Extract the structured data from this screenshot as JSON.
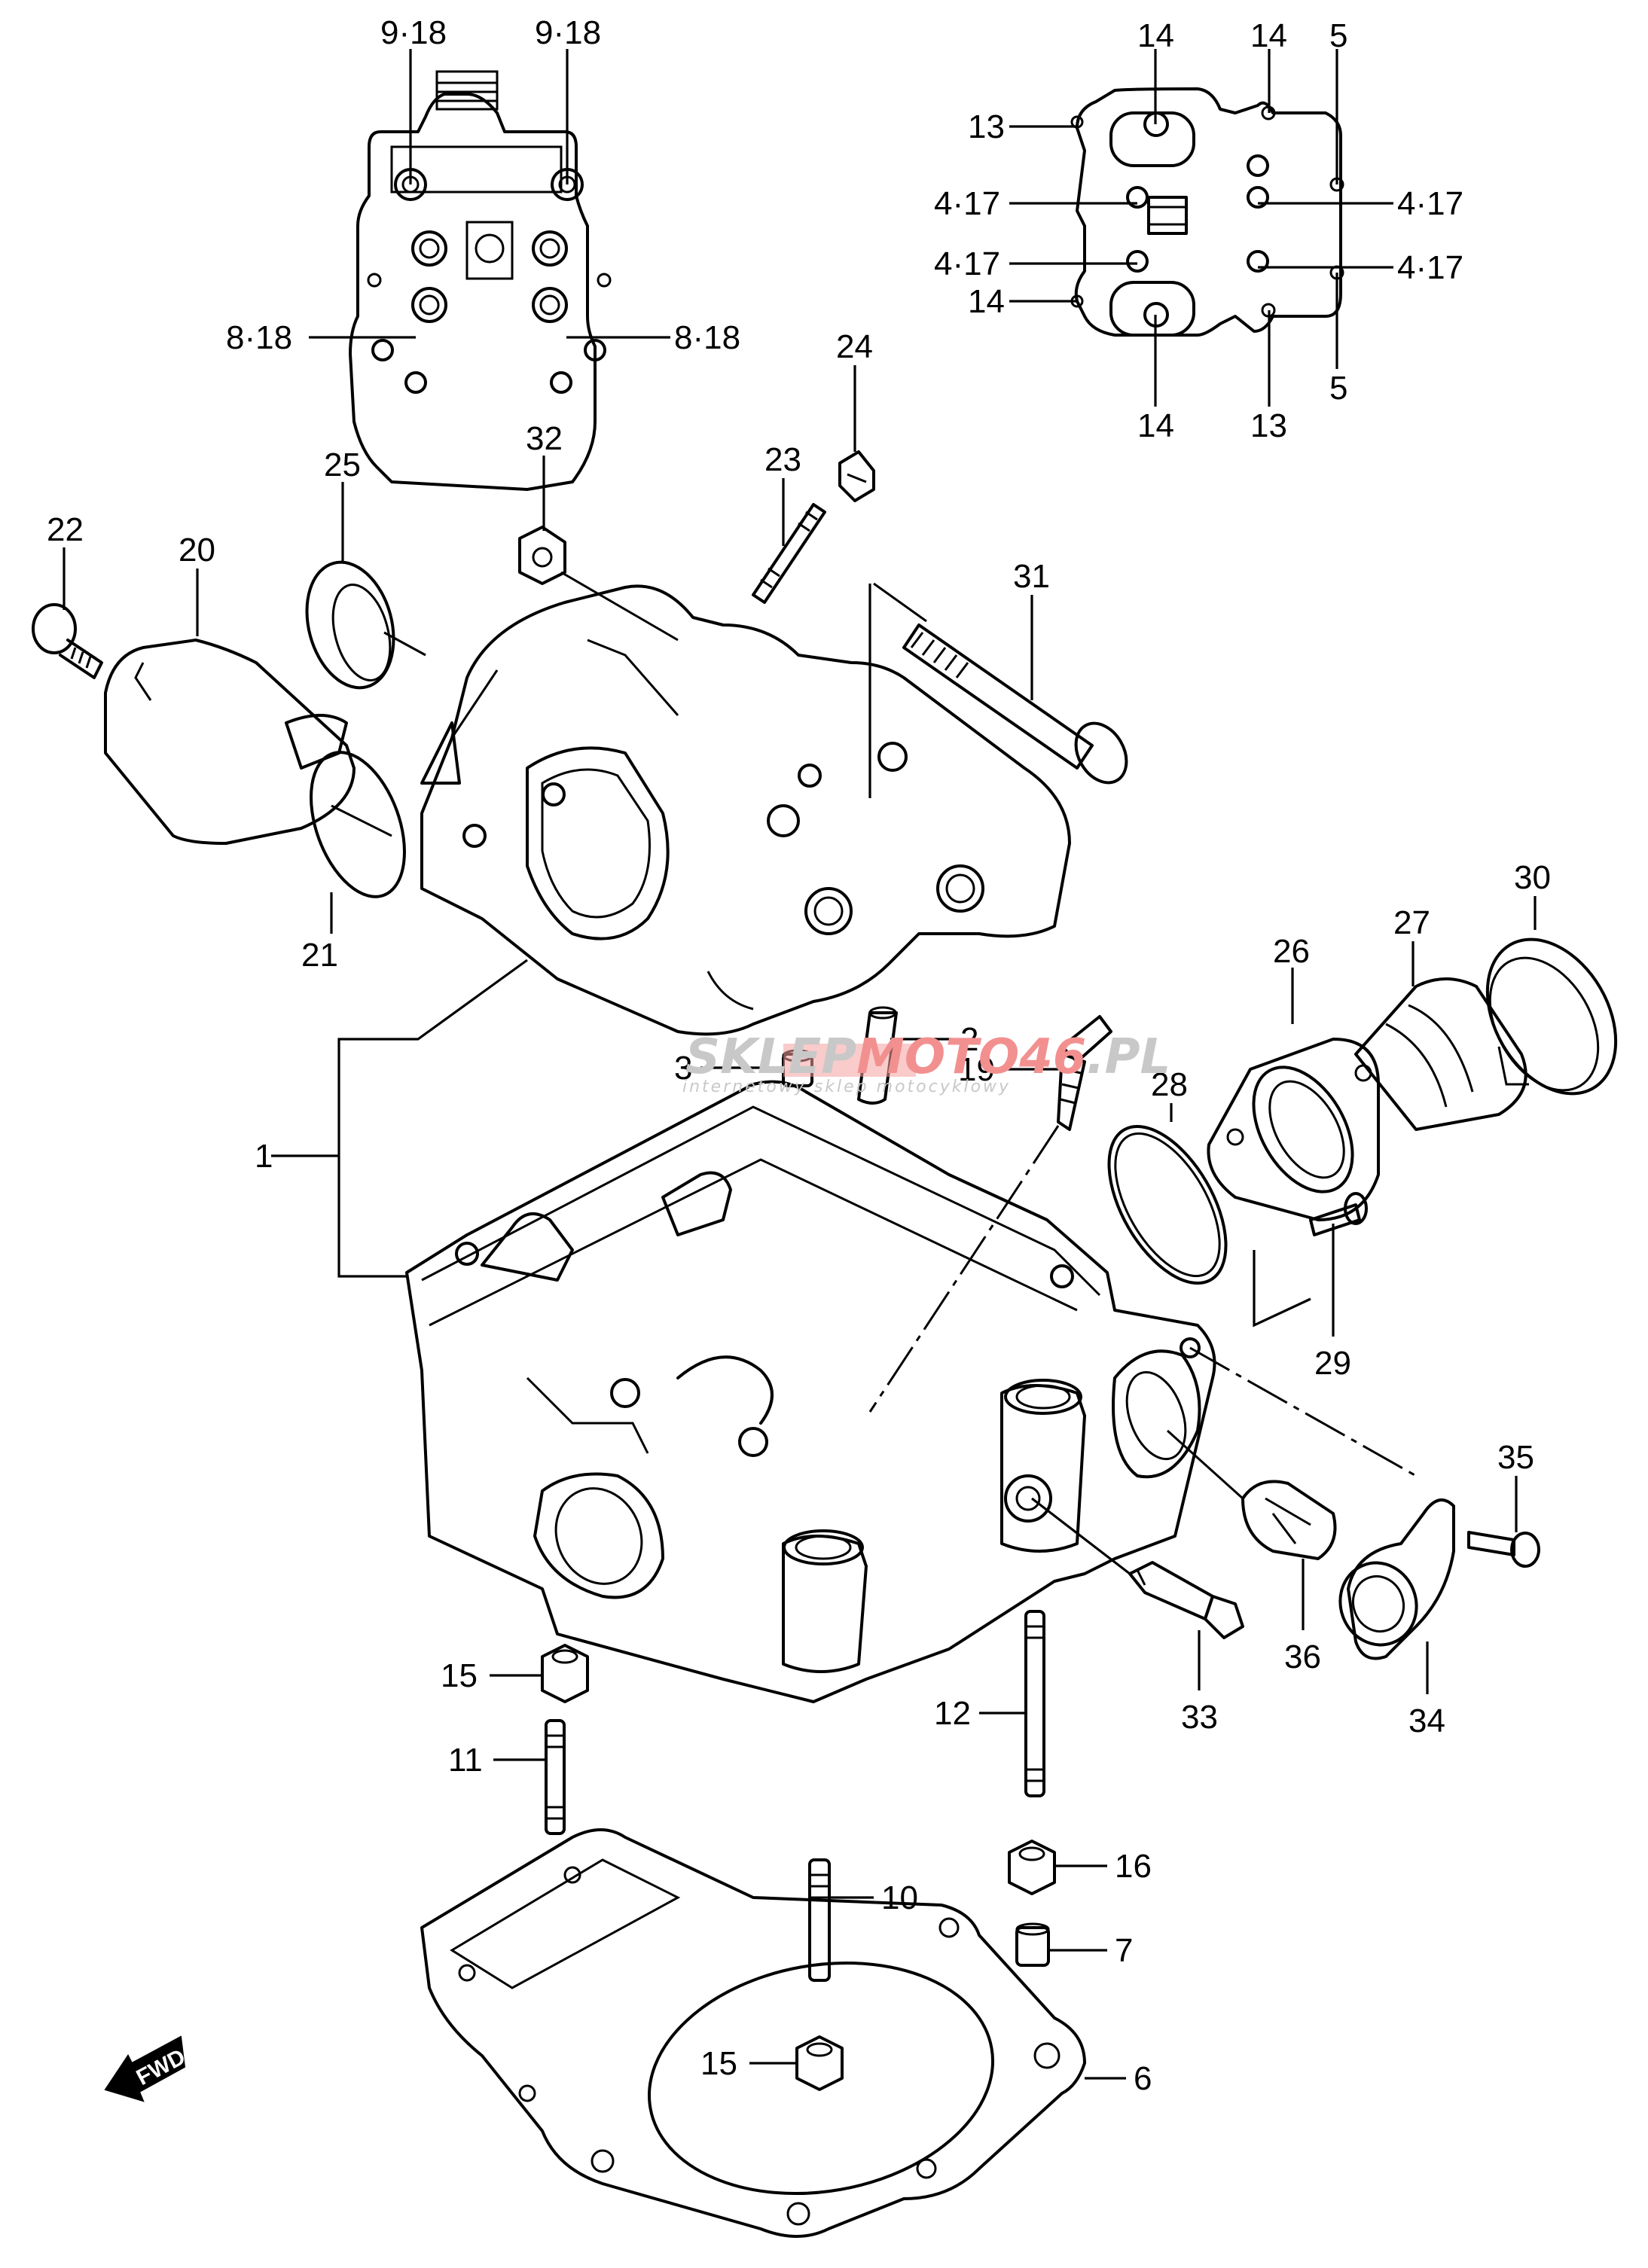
{
  "diagram": {
    "title": "Cylinder head exploded parts diagram",
    "direction_indicator": "FWD",
    "watermark": {
      "main_prefix": "SKLEP",
      "main_highlight": "MOTO46",
      "main_suffix": ".PL",
      "subtitle": "internetowy sklep motocyklowy",
      "gray_color": "#c8c8c8",
      "highlight_color": "#f4a0a0"
    },
    "inset_left": {
      "description": "Cylinder head top view - bolt tightening positions",
      "callouts": [
        "9·18",
        "9·18",
        "8·18",
        "8·18"
      ]
    },
    "inset_right": {
      "description": "Cylinder head cover gasket bolt positions",
      "callouts": [
        "14",
        "14",
        "13",
        "4·17",
        "4·17",
        "4·17",
        "4·17",
        "5",
        "5",
        "14",
        "14",
        "13"
      ]
    },
    "callouts": [
      {
        "id": "1",
        "label": "1"
      },
      {
        "id": "2",
        "label": "2"
      },
      {
        "id": "3",
        "label": "3"
      },
      {
        "id": "6",
        "label": "6"
      },
      {
        "id": "7",
        "label": "7"
      },
      {
        "id": "10",
        "label": "10"
      },
      {
        "id": "11",
        "label": "11"
      },
      {
        "id": "12",
        "label": "12"
      },
      {
        "id": "15a",
        "label": "15"
      },
      {
        "id": "15b",
        "label": "15"
      },
      {
        "id": "16",
        "label": "16"
      },
      {
        "id": "19",
        "label": "19"
      },
      {
        "id": "20",
        "label": "20"
      },
      {
        "id": "21",
        "label": "21"
      },
      {
        "id": "22",
        "label": "22"
      },
      {
        "id": "23",
        "label": "23"
      },
      {
        "id": "24",
        "label": "24"
      },
      {
        "id": "25",
        "label": "25"
      },
      {
        "id": "26",
        "label": "26"
      },
      {
        "id": "27",
        "label": "27"
      },
      {
        "id": "28",
        "label": "28"
      },
      {
        "id": "29",
        "label": "29"
      },
      {
        "id": "30",
        "label": "30"
      },
      {
        "id": "31",
        "label": "31"
      },
      {
        "id": "32",
        "label": "32"
      },
      {
        "id": "33",
        "label": "33"
      },
      {
        "id": "34",
        "label": "34"
      },
      {
        "id": "35",
        "label": "35"
      },
      {
        "id": "36",
        "label": "36"
      }
    ]
  }
}
